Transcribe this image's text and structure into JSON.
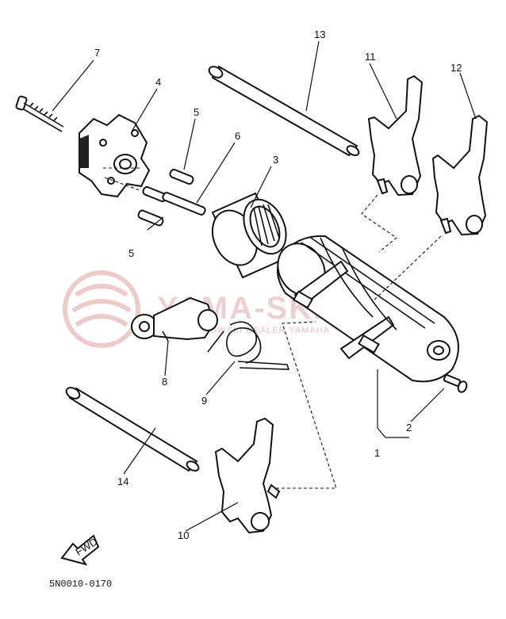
{
  "diagram": {
    "code": "5N0010-0170",
    "fwd_label": "FWD",
    "watermark": {
      "main": "YAMA-SKLEP.PL",
      "sub": "WOJCIECHOWSKI DEALER YAMAHA"
    },
    "callouts": {
      "c1": "1",
      "c2": "2",
      "c3": "3",
      "c4": "4",
      "c5a": "5",
      "c5b": "5",
      "c6": "6",
      "c7": "7",
      "c8": "8",
      "c9": "9",
      "c10": "10",
      "c11": "11",
      "c12": "12",
      "c13": "13",
      "c14": "14"
    }
  }
}
